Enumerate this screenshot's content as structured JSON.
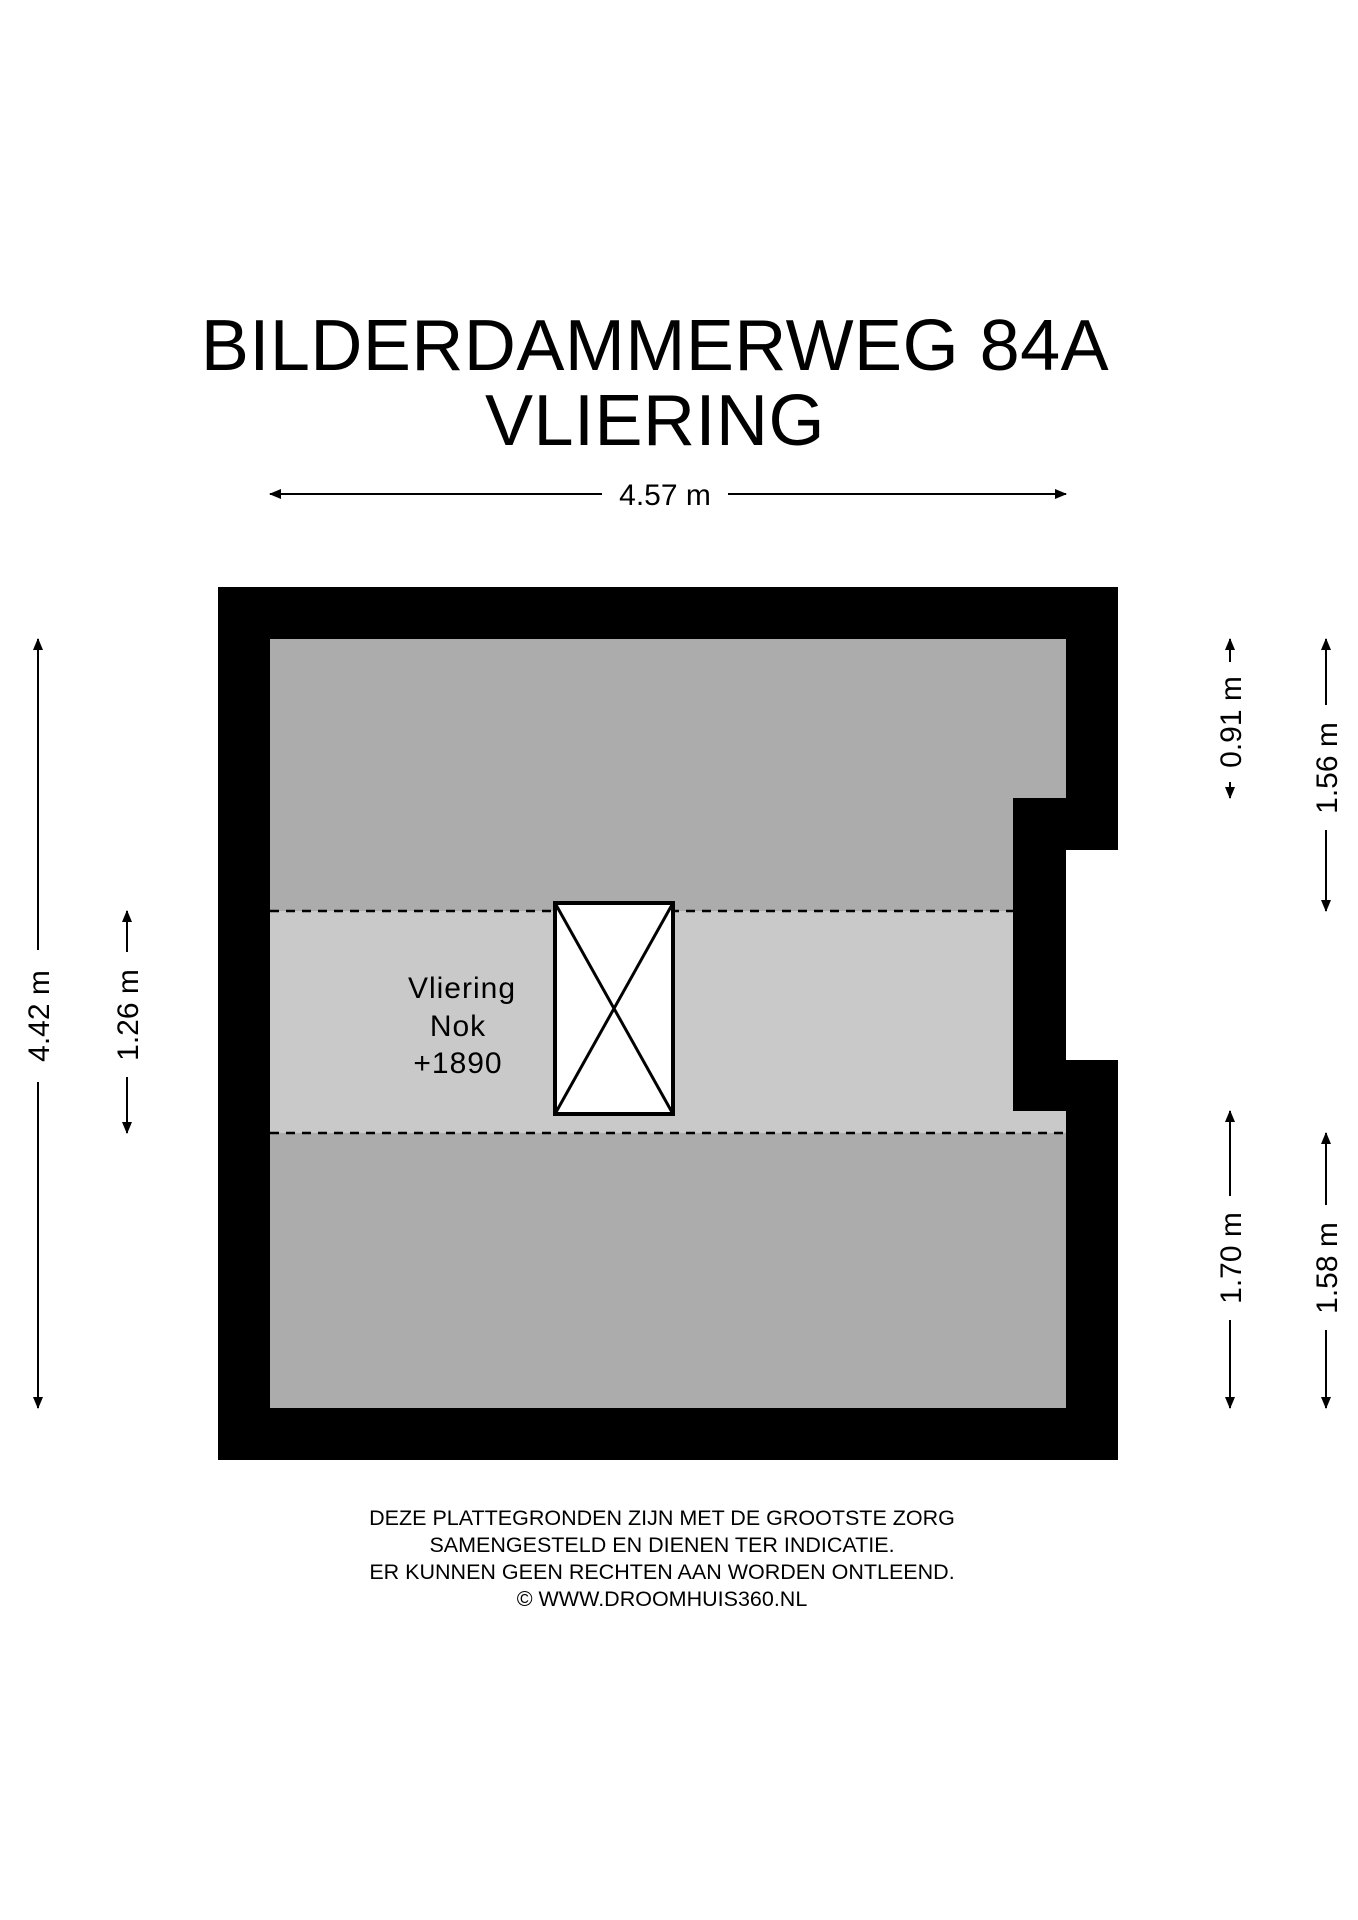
{
  "title": {
    "address": "BILDERDAMMERWEG 84A",
    "floor": "VLIERING"
  },
  "dimensions": {
    "width_top": "4.57 m",
    "height_left": "4.42 m",
    "inner_left": "1.26 m",
    "right_top_small": "0.91 m",
    "right_top_large": "1.56 m",
    "right_bottom_small": "1.70 m",
    "right_bottom_large": "1.58 m"
  },
  "room": {
    "name": "Vliering",
    "sub": "Nok",
    "level": "+1890"
  },
  "disclaimer": {
    "line1": "DEZE PLATTEGRONDEN ZIJN MET DE GROOTSTE ZORG",
    "line2": "SAMENGESTELD EN DIENEN TER INDICATIE.",
    "line3": "ER KUNNEN GEEN RECHTEN AAN WORDEN ONTLEEND.",
    "line4": "© WWW.DROOMHUIS360.NL"
  },
  "colors": {
    "wall": "#000000",
    "floor_low": "#acacac",
    "floor_high": "#c9c9c9",
    "window_fill": "#ffffff"
  }
}
